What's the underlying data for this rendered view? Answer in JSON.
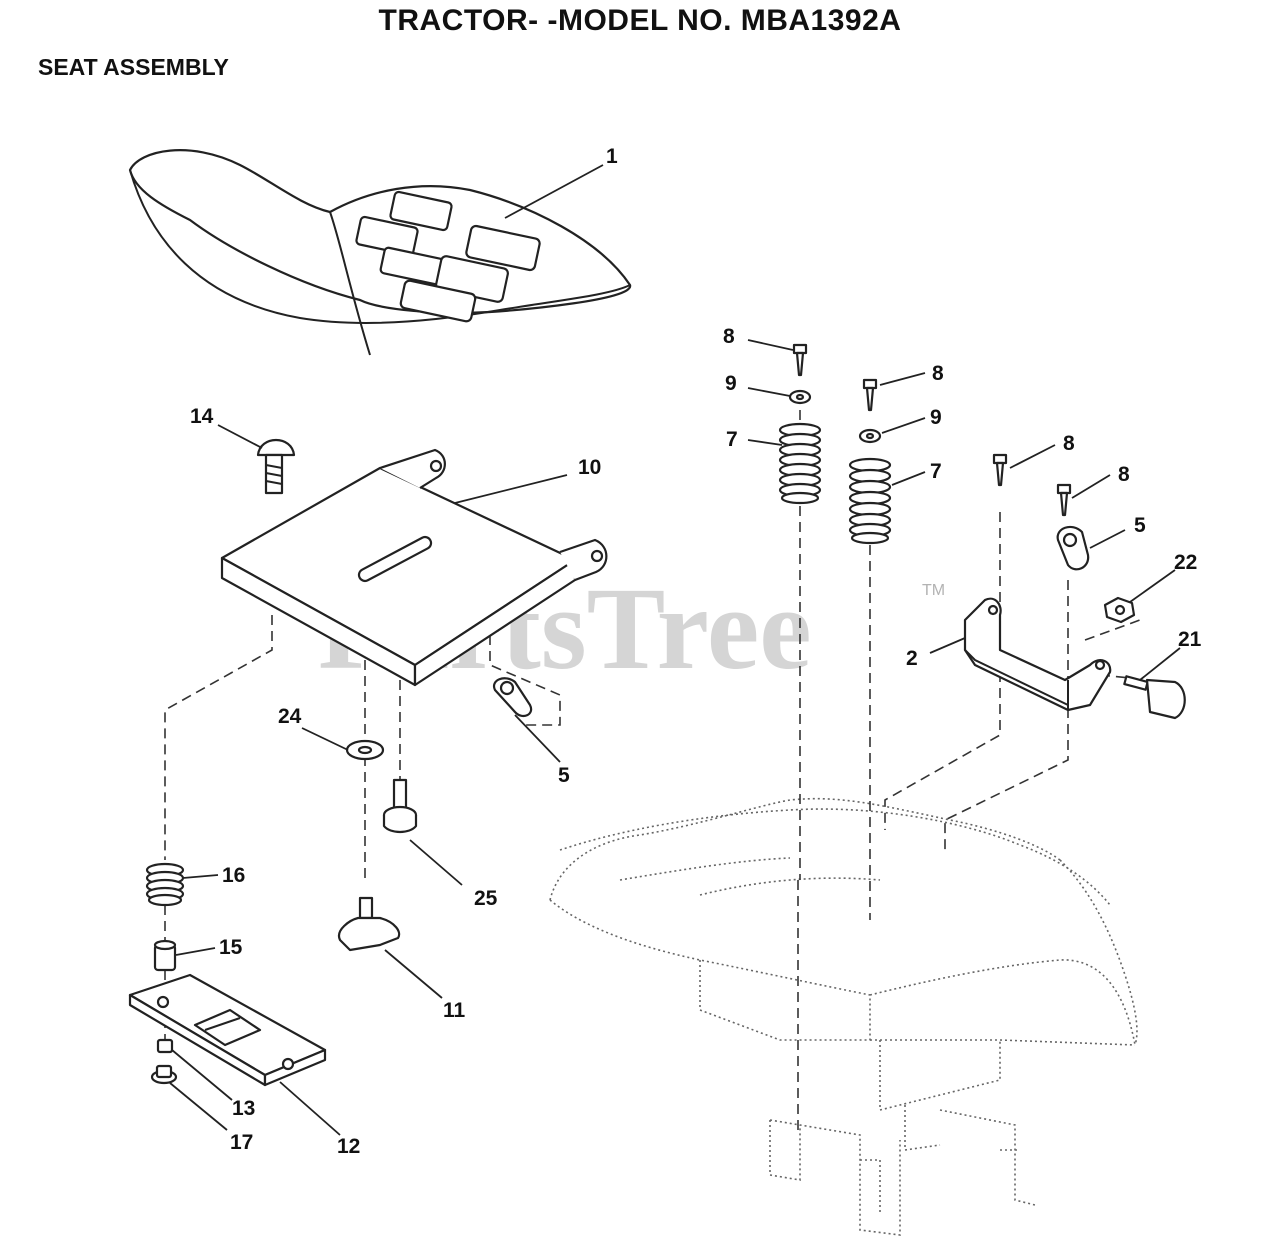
{
  "title": "TRACTOR- -MODEL NO. MBA1392A",
  "subtitle": "SEAT ASSEMBLY",
  "watermark": {
    "text": "PartsTree",
    "tm": "TM"
  },
  "callouts": [
    "1",
    "2",
    "5",
    "5",
    "7",
    "7",
    "8",
    "8",
    "8",
    "8",
    "9",
    "9",
    "10",
    "11",
    "12",
    "13",
    "14",
    "15",
    "16",
    "17",
    "21",
    "22",
    "24",
    "25"
  ]
}
